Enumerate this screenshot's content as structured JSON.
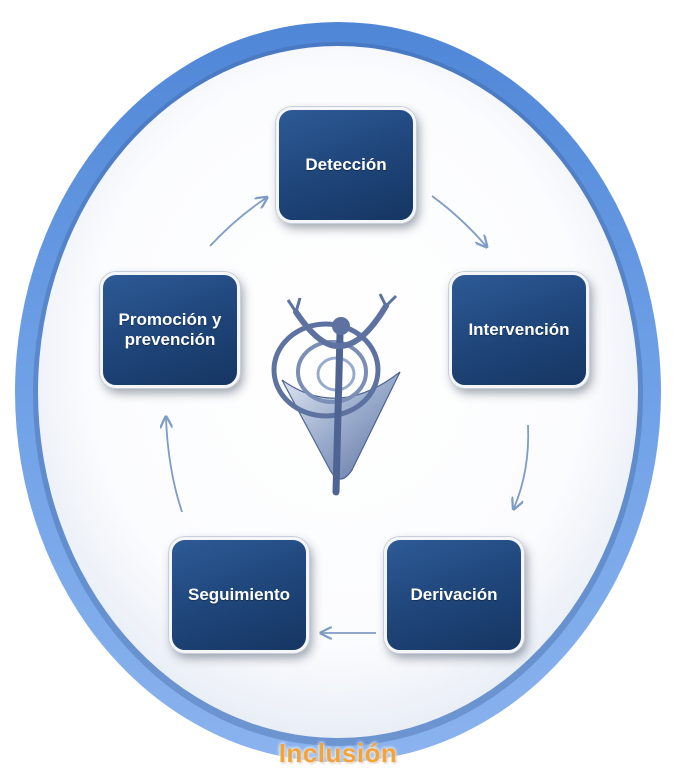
{
  "diagram": {
    "outer_label": "Inclusión",
    "steps": [
      {
        "id": "deteccion",
        "label": "Detección"
      },
      {
        "id": "intervencion",
        "label": "Intervención"
      },
      {
        "id": "derivacion",
        "label": "Derivación"
      },
      {
        "id": "seguimiento",
        "label": "Seguimiento"
      },
      {
        "id": "promocion",
        "label": "Promoción y\nprevención"
      }
    ],
    "flow": "clockwise cycle",
    "center_image": "stylized-figure-emblem",
    "colors": {
      "ring": "#6f9ee0",
      "box": "#1e4478",
      "box_text": "#ffffff",
      "label": "#f2a33a",
      "arrow": "#7e9cc4"
    }
  }
}
